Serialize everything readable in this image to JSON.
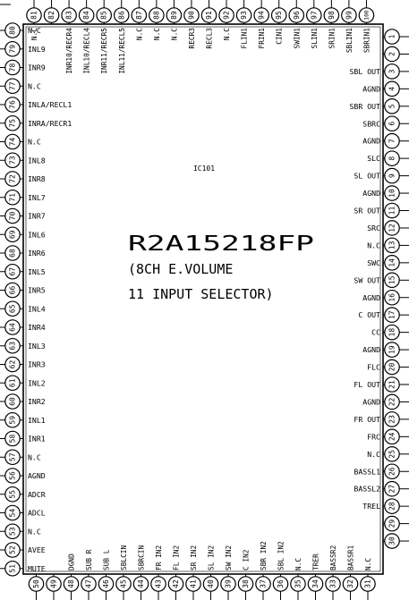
{
  "ic": {
    "ref": "IC101",
    "part_number": "R2A15218FP",
    "desc_line1": "(8CH E.VOLUME",
    "desc_line2": "11 INPUT SELECTOR)"
  },
  "pins_top": [
    {
      "num": "81",
      "label": "N.C"
    },
    {
      "num": "82",
      "label": ""
    },
    {
      "num": "83",
      "label": "INR10/RECR4"
    },
    {
      "num": "84",
      "label": "INL10/RECL4"
    },
    {
      "num": "85",
      "label": "INR11/RECR5"
    },
    {
      "num": "86",
      "label": "INL11/RECL5"
    },
    {
      "num": "87",
      "label": "N.C"
    },
    {
      "num": "88",
      "label": "N.C"
    },
    {
      "num": "89",
      "label": "N.C"
    },
    {
      "num": "90",
      "label": "RECR3"
    },
    {
      "num": "91",
      "label": "RECL3"
    },
    {
      "num": "92",
      "label": "N.C"
    },
    {
      "num": "93",
      "label": "FLIN1"
    },
    {
      "num": "94",
      "label": "FRIN1"
    },
    {
      "num": "95",
      "label": "CIN1"
    },
    {
      "num": "96",
      "label": "SWIN1"
    },
    {
      "num": "97",
      "label": "SLIN1"
    },
    {
      "num": "98",
      "label": "SRIN1"
    },
    {
      "num": "99",
      "label": "SBLIN1"
    },
    {
      "num": "100",
      "label": "SBRIN1"
    }
  ],
  "pins_right": [
    {
      "num": "1",
      "label": ""
    },
    {
      "num": "2",
      "label": ""
    },
    {
      "num": "3",
      "label": "SBL OUT"
    },
    {
      "num": "4",
      "label": "AGND"
    },
    {
      "num": "5",
      "label": "SBR OUT"
    },
    {
      "num": "6",
      "label": "SBRC"
    },
    {
      "num": "7",
      "label": "AGND"
    },
    {
      "num": "8",
      "label": "SLC"
    },
    {
      "num": "9",
      "label": "SL OUT"
    },
    {
      "num": "10",
      "label": "AGND"
    },
    {
      "num": "11",
      "label": "SR OUT"
    },
    {
      "num": "12",
      "label": "SRC"
    },
    {
      "num": "13",
      "label": "N.C"
    },
    {
      "num": "14",
      "label": "SWC"
    },
    {
      "num": "15",
      "label": "SW OUT"
    },
    {
      "num": "16",
      "label": "AGND"
    },
    {
      "num": "17",
      "label": "C OUT"
    },
    {
      "num": "18",
      "label": "CC"
    },
    {
      "num": "19",
      "label": "AGND"
    },
    {
      "num": "20",
      "label": "FLC"
    },
    {
      "num": "21",
      "label": "FL OUT"
    },
    {
      "num": "22",
      "label": "AGND"
    },
    {
      "num": "23",
      "label": "FR OUT"
    },
    {
      "num": "24",
      "label": "FRC"
    },
    {
      "num": "25",
      "label": "N.C"
    },
    {
      "num": "26",
      "label": "BASSL1"
    },
    {
      "num": "27",
      "label": "BASSL2"
    },
    {
      "num": "28",
      "label": "TREL"
    },
    {
      "num": "29",
      "label": ""
    },
    {
      "num": "30",
      "label": ""
    }
  ],
  "pins_bottom": [
    {
      "num": "31",
      "label": "N.C"
    },
    {
      "num": "32",
      "label": "BASSR1"
    },
    {
      "num": "33",
      "label": "BASSR2"
    },
    {
      "num": "34",
      "label": "TRER"
    },
    {
      "num": "35",
      "label": "N.C"
    },
    {
      "num": "36",
      "label": "SBL IN2"
    },
    {
      "num": "37",
      "label": "SBR IN2"
    },
    {
      "num": "38",
      "label": "C IN2"
    },
    {
      "num": "39",
      "label": "SW IN2"
    },
    {
      "num": "40",
      "label": "SL IN2"
    },
    {
      "num": "41",
      "label": "SR IN2"
    },
    {
      "num": "42",
      "label": "FL IN2"
    },
    {
      "num": "43",
      "label": "FR IN2"
    },
    {
      "num": "44",
      "label": "SBRCIN"
    },
    {
      "num": "45",
      "label": "SBLCIN"
    },
    {
      "num": "46",
      "label": "SUB L"
    },
    {
      "num": "47",
      "label": "SUB R"
    },
    {
      "num": "48",
      "label": "DGND"
    },
    {
      "num": "49",
      "label": ""
    },
    {
      "num": "50",
      "label": ""
    }
  ],
  "pins_left": [
    {
      "num": "80",
      "label": "N.C"
    },
    {
      "num": "79",
      "label": "INL9"
    },
    {
      "num": "78",
      "label": "INR9"
    },
    {
      "num": "77",
      "label": "N.C"
    },
    {
      "num": "76",
      "label": "INLA/RECL1"
    },
    {
      "num": "75",
      "label": "INRA/RECR1"
    },
    {
      "num": "74",
      "label": "N.C"
    },
    {
      "num": "73",
      "label": "INL8"
    },
    {
      "num": "72",
      "label": "INR8"
    },
    {
      "num": "71",
      "label": "INL7"
    },
    {
      "num": "70",
      "label": "INR7"
    },
    {
      "num": "69",
      "label": "INL6"
    },
    {
      "num": "68",
      "label": "INR6"
    },
    {
      "num": "67",
      "label": "INL5"
    },
    {
      "num": "66",
      "label": "INR5"
    },
    {
      "num": "65",
      "label": "INL4"
    },
    {
      "num": "64",
      "label": "INR4"
    },
    {
      "num": "63",
      "label": "INL3"
    },
    {
      "num": "62",
      "label": "INR3"
    },
    {
      "num": "61",
      "label": "INL2"
    },
    {
      "num": "60",
      "label": "INR2"
    },
    {
      "num": "59",
      "label": "INL1"
    },
    {
      "num": "58",
      "label": "INR1"
    },
    {
      "num": "57",
      "label": "N.C"
    },
    {
      "num": "56",
      "label": "AGND"
    },
    {
      "num": "55",
      "label": "ADCR"
    },
    {
      "num": "54",
      "label": "ADCL"
    },
    {
      "num": "53",
      "label": "N.C"
    },
    {
      "num": "52",
      "label": "AVEE"
    },
    {
      "num": "51",
      "label": "MUTE"
    }
  ]
}
